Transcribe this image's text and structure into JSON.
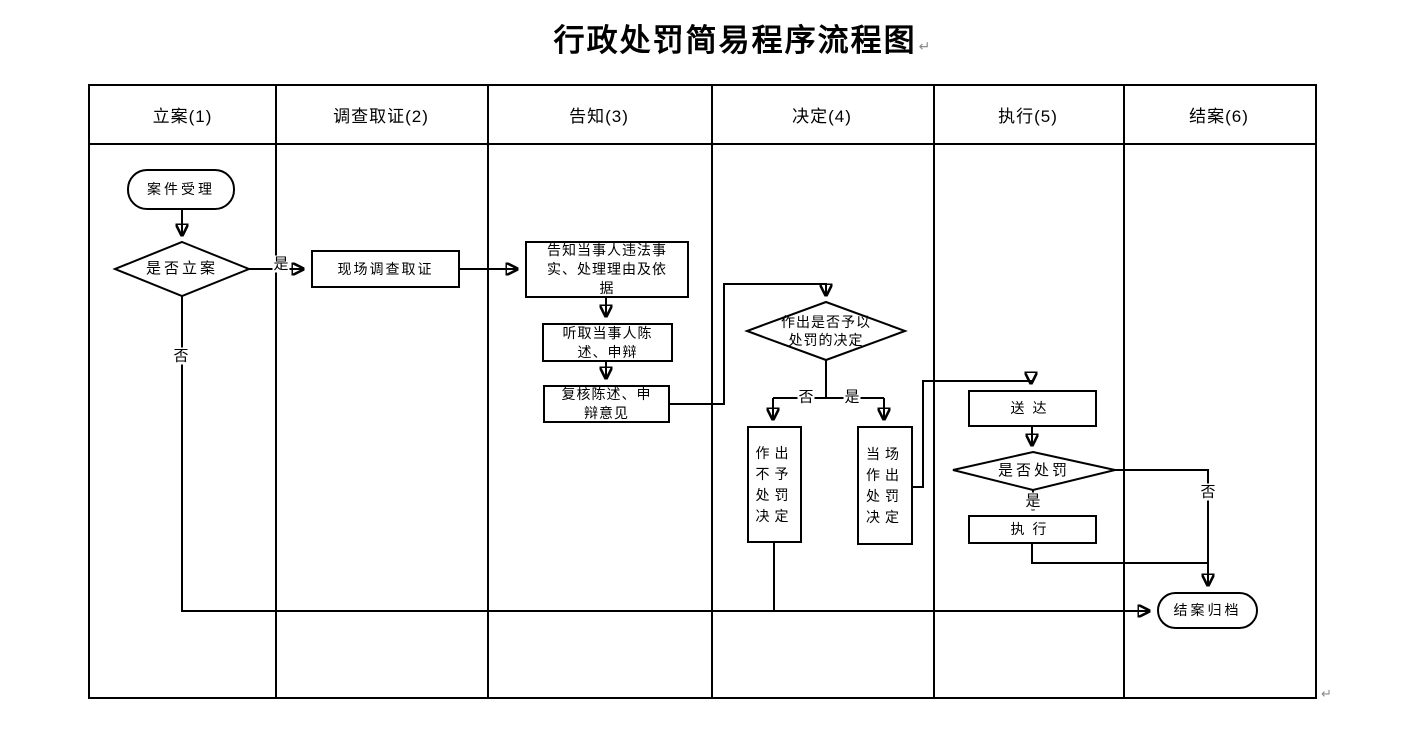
{
  "title": {
    "text": "行政处罚简易程序流程图",
    "paragraph_mark": "↵"
  },
  "table": {
    "columns": [
      {
        "label": "立案(1)"
      },
      {
        "label": "调查取证(2)"
      },
      {
        "label": "告知(3)"
      },
      {
        "label": "决定(4)"
      },
      {
        "label": "执行(5)"
      },
      {
        "label": "结案(6)"
      }
    ]
  },
  "nodes": {
    "case_acceptance": {
      "shape": "terminator",
      "text": "案件受理"
    },
    "file_case_decision": {
      "shape": "decision",
      "text": "是否立案"
    },
    "onsite_investigation": {
      "shape": "process",
      "text": "现场调查取证"
    },
    "inform_party": {
      "shape": "process",
      "text": "告知当事人违法事\n实、处理理由及依\n据"
    },
    "listen_statement": {
      "shape": "process",
      "text": "听取当事人陈\n述、申辩"
    },
    "review_statement": {
      "shape": "process",
      "text": "复核陈述、申\n辩意见"
    },
    "punish_decision": {
      "shape": "decision",
      "text": "作出是否予以\n处罚的决定"
    },
    "no_punish_decision": {
      "shape": "process",
      "text": "作出\n不予\n处罚\n决定"
    },
    "onsite_punish_decision": {
      "shape": "process",
      "text": "当场\n作出\n处罚\n决定"
    },
    "deliver": {
      "shape": "process",
      "text": "送达"
    },
    "punish_or_not": {
      "shape": "decision",
      "text": "是否处罚"
    },
    "execute": {
      "shape": "process",
      "text": "执行"
    },
    "close_archive": {
      "shape": "terminator",
      "text": "结案归档"
    }
  },
  "edge_labels": {
    "file_yes": "是",
    "file_no": "否",
    "decision_no": "否",
    "decision_yes": "是",
    "punish_yes": "是",
    "punish_no": "否"
  },
  "marks": {
    "paragraph_mark": "↵"
  },
  "colors": {
    "line": "#000000",
    "background": "#ffffff",
    "text": "#000000",
    "mark": "#8a8a8a"
  }
}
